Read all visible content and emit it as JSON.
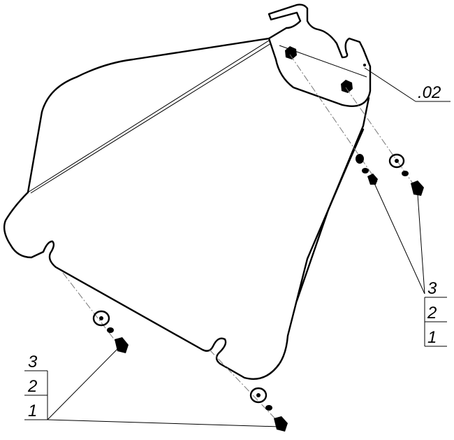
{
  "drawing": {
    "callout_part": ".02",
    "right_callout": [
      "3",
      "2",
      "1"
    ],
    "left_callout": [
      "3",
      "2",
      "1"
    ]
  }
}
